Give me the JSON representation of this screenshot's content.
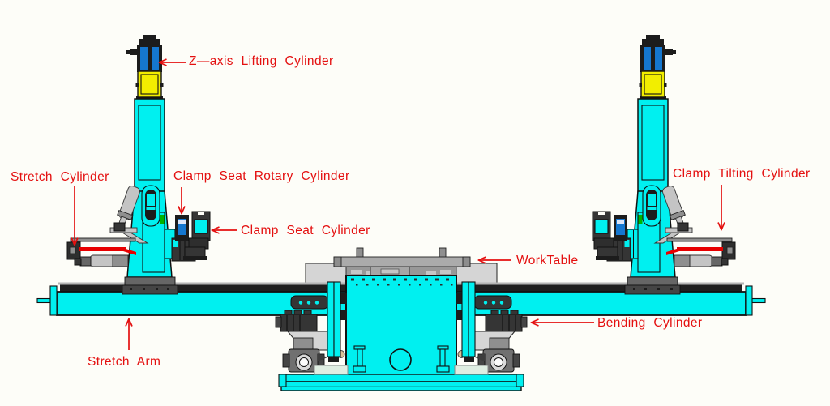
{
  "diagram": {
    "type": "engineering-annotation-side-view",
    "labels": {
      "z_axis_lifting_cylinder": "Z—axis Lifting Cylinder",
      "stretch_cylinder": "Stretch Cylinder",
      "clamp_seat_rotary_cylinder": "Clamp Seat Rotary Cylinder",
      "clamp_seat_cylinder": "Clamp Seat Cylinder",
      "clamp_tilting_cylinder": "Clamp Tilting Cylinder",
      "worktable": "WorkTable",
      "bending_cylinder": "Bending Cylinder",
      "stretch_arm": "Stretch Arm"
    },
    "colors": {
      "annotation_red": "#e41010",
      "machine_cyan": "#00f0f0",
      "cylinder_blue": "#1577cf",
      "block_yellow": "#f2ee00",
      "piston_rod_red": "#e80000",
      "marker_green": "#00b400",
      "outline_black": "#111111",
      "background": "#fdfdf8"
    }
  }
}
